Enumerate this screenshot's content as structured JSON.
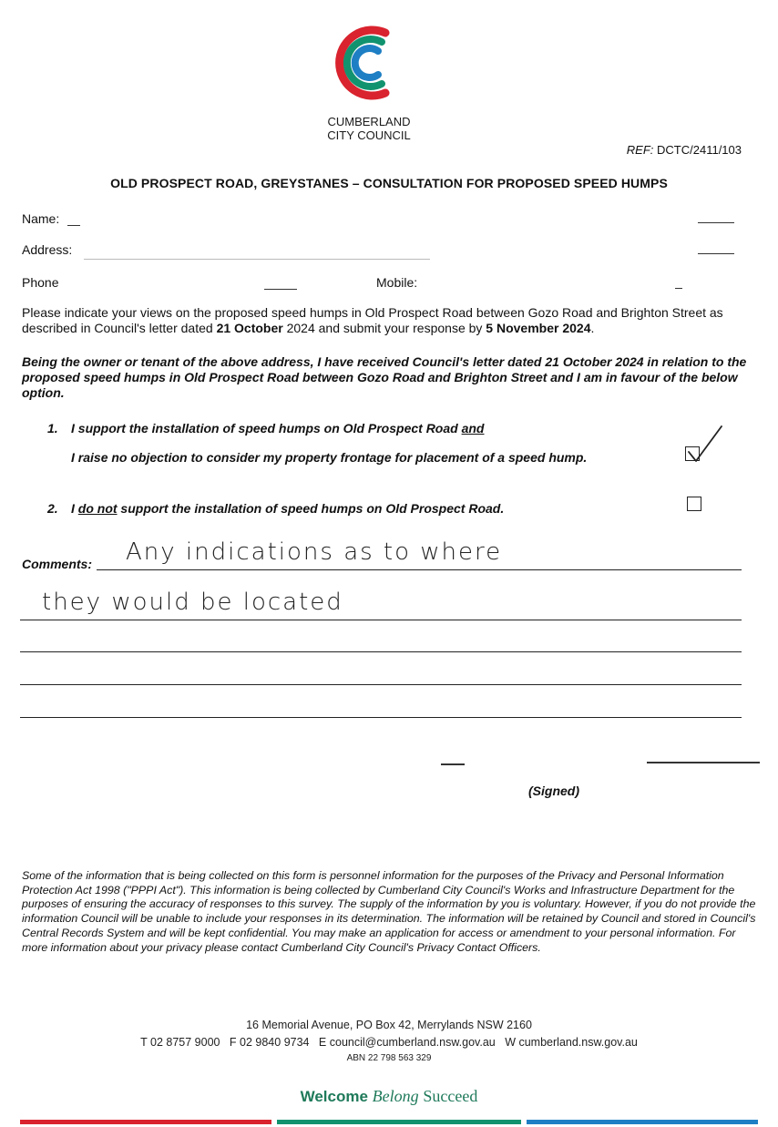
{
  "org": {
    "line1": "CUMBERLAND",
    "line2": "CITY COUNCIL"
  },
  "ref": {
    "label": "REF:",
    "value": "DCTC/2411/103"
  },
  "title": "OLD PROSPECT ROAD, GREYSTANES – CONSULTATION FOR PROPOSED SPEED HUMPS",
  "fields": {
    "name": "Name:",
    "address": "Address:",
    "phone": "Phone",
    "mobile": "Mobile:"
  },
  "intro": {
    "text1": "Please indicate your views on the proposed speed humps in Old Prospect Road between Gozo Road and Brighton Street as described in Council's letter dated ",
    "date1": "21 October",
    "text2": " 2024 and submit your response by ",
    "date2": "5 November 2024",
    "text3": "."
  },
  "statement": "Being the owner or tenant of the above address, I have received Council's letter dated 21 October 2024 in relation to the proposed speed humps in Old Prospect Road between Gozo Road and Brighton Street and I am in favour of the below option.",
  "options": [
    {
      "number": "1.",
      "text_a": "I support the installation of speed humps on Old Prospect Road ",
      "text_b": "and",
      "line2": "I raise no objection to consider my property frontage for placement of a speed hump.",
      "checked": true
    },
    {
      "number": "2.",
      "text_a": "I ",
      "text_b": "do not",
      "text_c": " support the installation of speed humps on Old Prospect Road.",
      "checked": false
    }
  ],
  "comments": {
    "label": "Comments:",
    "handwriting_line1": "Any indications as to where",
    "handwriting_line2": "they would be located"
  },
  "signed": "(Signed)",
  "privacy": "Some of the information that is being collected on this form is personnel information for the purposes of the Privacy and Personal Information Protection Act 1998 (\"PPPI Act\"). This information is being collected by Cumberland City Council's Works and Infrastructure Department for the purposes of ensuring the accuracy of responses to this survey. The supply of the information by you is voluntary. However, if you do not provide the information Council will be unable to include your responses in its determination. The information will be retained by Council and stored in Council's Central Records System and will be kept confidential. You may make an application for access or amendment to your personal information. For more information about your privacy please contact Cumberland City Council's Privacy Contact Officers.",
  "footer": {
    "address": "16 Memorial Avenue, PO Box 42, Merrylands NSW 2160",
    "t_label": "T",
    "phone": "02 8757 9000",
    "f_label": "F",
    "fax": "02 9840 9734",
    "e_label": "E",
    "email": "council@cumberland.nsw.gov.au",
    "w_label": "W",
    "web": "cumberland.nsw.gov.au",
    "abn": "ABN 22 798 563 329"
  },
  "tagline": {
    "welcome": "Welcome",
    "belong": "Belong",
    "succeed": "Succeed"
  },
  "colors": {
    "red": "#d9232e",
    "green": "#12936f",
    "blue": "#1e7fc4",
    "brand_text": "#1f7a5a"
  }
}
